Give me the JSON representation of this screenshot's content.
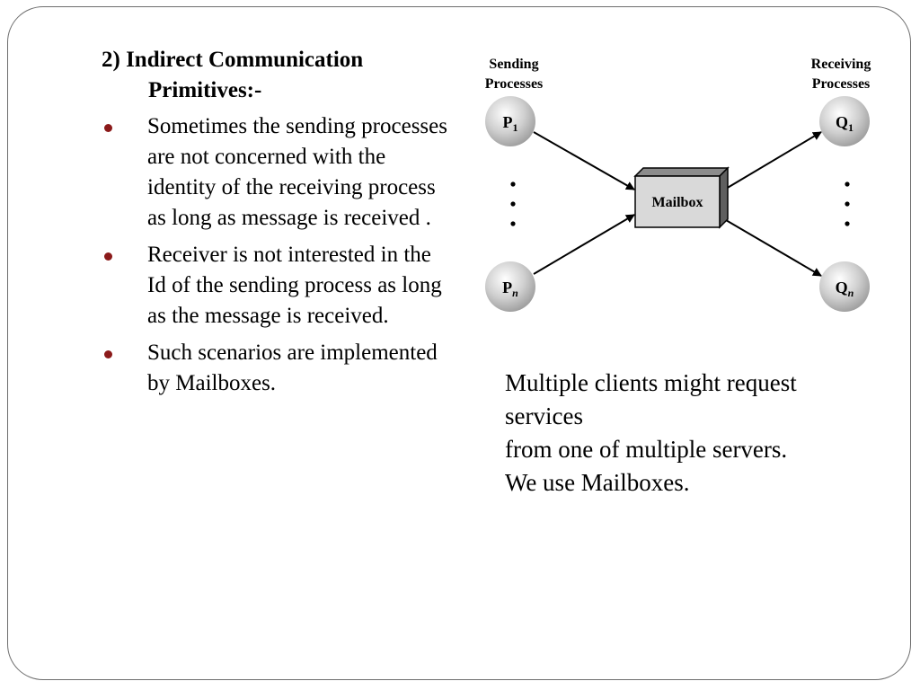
{
  "heading": {
    "line1": "2) Indirect Communication",
    "line2": "Primitives:-"
  },
  "bullets": [
    "Sometimes the sending processes are not concerned with the identity of the receiving process as long as message is received .",
    "Receiver is not interested in the Id of the sending process as long as the message is received.",
    "Such scenarios are implemented by Mailboxes."
  ],
  "diagram": {
    "sending_label": [
      "Sending",
      "Processes"
    ],
    "receiving_label": [
      "Receiving",
      "Processes"
    ],
    "mailbox_label": "Mailbox",
    "p1": {
      "letter": "P",
      "sub": "1"
    },
    "pn": {
      "letter": "P",
      "sub": "n"
    },
    "q1": {
      "letter": "Q",
      "sub": "1"
    },
    "qn": {
      "letter": "Q",
      "sub": "n"
    }
  },
  "caption": {
    "line1": "Multiple clients might request",
    "line2": "services",
    "line3": "from one of multiple servers.",
    "line4": "We use Mailboxes."
  },
  "colors": {
    "bullet": "#8b1a1a",
    "border": "#6e6e6e",
    "mailbox_face": "#d9d9d9"
  }
}
